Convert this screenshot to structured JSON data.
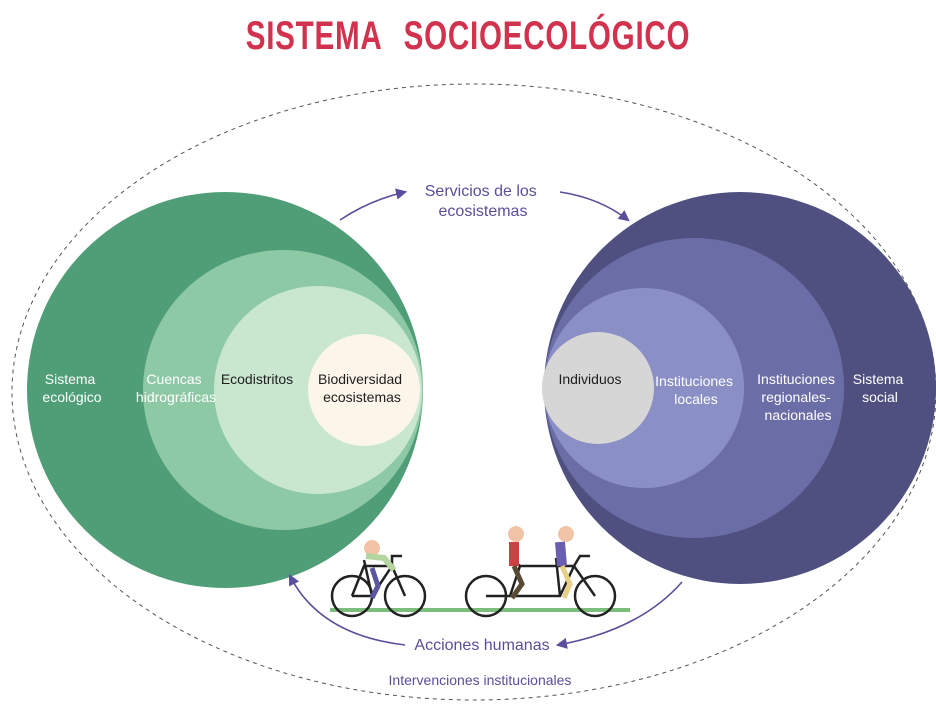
{
  "title": "SISTEMA   SOCIOECOLÓGICO",
  "ecological": {
    "outer": [
      "Sistema",
      "ecológico"
    ],
    "level2": [
      "Cuencas",
      "hidrográficas"
    ],
    "level3": [
      "Ecodistritos"
    ],
    "inner": [
      "Biodiversidad",
      "ecosistemas"
    ]
  },
  "social": {
    "inner": [
      "Individuos"
    ],
    "level2": [
      "Instituciones",
      "locales"
    ],
    "level3": [
      "Instituciones",
      "regionales-",
      "nacionales"
    ],
    "outer": [
      "Sistema",
      "social"
    ]
  },
  "flows": {
    "top": [
      "Servicios de los",
      "ecosistemas"
    ],
    "bottom1": "Acciones humanas",
    "bottom2": "Intervenciones institucionales"
  },
  "colors": {
    "title": "#d1334f",
    "eco_outer": "#4f9e77",
    "eco_l2": "#8ec9a6",
    "eco_l3": "#c9e6cf",
    "eco_inner": "#fbf5ea",
    "soc_outer": "#4f5080",
    "soc_l2": "#6b6ea6",
    "soc_l3": "#8a8fc6",
    "soc_inner": "#d6d6d6",
    "arrow": "#5a4f9a"
  }
}
